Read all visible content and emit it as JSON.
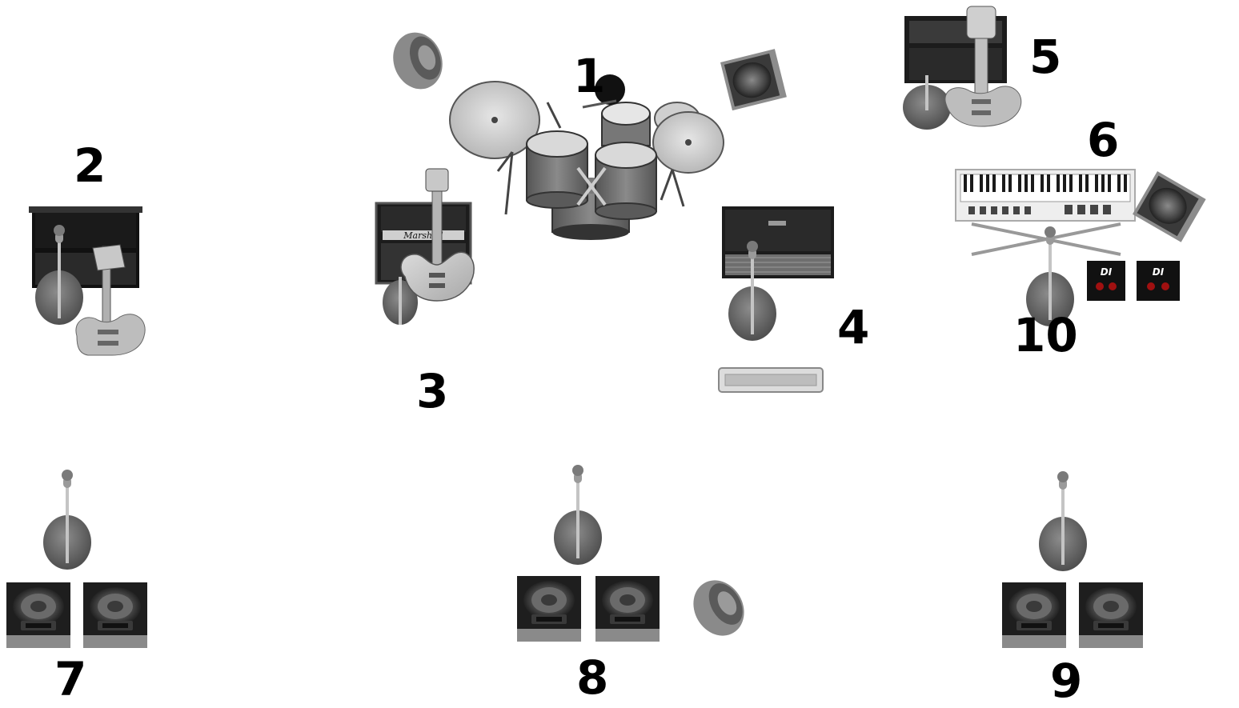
{
  "stage_plot": {
    "positions": [
      {
        "number": "1"
      },
      {
        "number": "2"
      },
      {
        "number": "3"
      },
      {
        "number": "4"
      },
      {
        "number": "5"
      },
      {
        "number": "6"
      },
      {
        "number": "7"
      },
      {
        "number": "8"
      },
      {
        "number": "9"
      },
      {
        "number": "10"
      }
    ],
    "amp_brand": "Marshall",
    "di_box_label": "DI"
  },
  "colors": {
    "background": "#ffffff",
    "label": "#000000",
    "equipment_dark": "#1b1b1b",
    "equipment_mid": "#6e6e6e",
    "equipment_light": "#cfcfcf",
    "accent_red": "#a01010"
  }
}
